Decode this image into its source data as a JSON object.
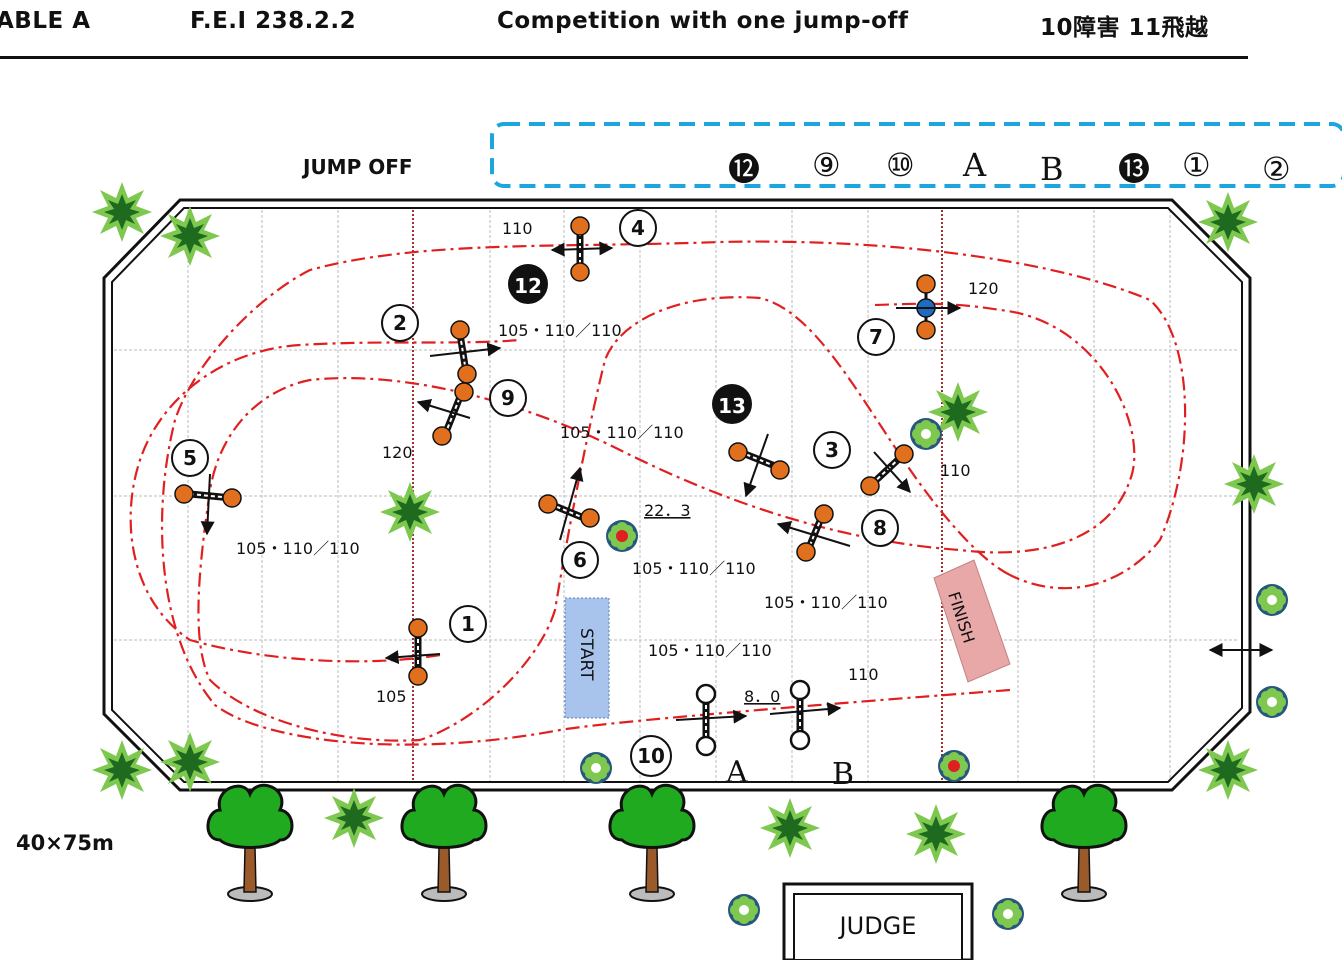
{
  "header": {
    "table": "ABLE A",
    "rule": "F.E.I 238.2.2",
    "competition": "Competition with one jump-off",
    "counts": "10障害 11飛越"
  },
  "jump_off": {
    "label": "JUMP OFF",
    "sequence": [
      "⓬",
      "⑨",
      "⑩",
      "A",
      "B",
      "⓭",
      "①",
      "②"
    ]
  },
  "obstacles": [
    {
      "no": "1",
      "height": "105"
    },
    {
      "no": "2",
      "height": "105・110／110"
    },
    {
      "no": "3",
      "height": "110"
    },
    {
      "no": "4",
      "height": "110"
    },
    {
      "no": "5",
      "height": "105・110／110"
    },
    {
      "no": "6",
      "height": "105・110／110"
    },
    {
      "no": "7",
      "height": "120"
    },
    {
      "no": "8",
      "height": "105・110／110"
    },
    {
      "no": "9",
      "height": "120"
    },
    {
      "no": "10",
      "label_a": "A",
      "label_b": "B",
      "height_a": "105・110／110",
      "height_b": "110"
    },
    {
      "no": "12",
      "jump_off": true
    },
    {
      "no": "13",
      "jump_off": true,
      "height": "105・110／110"
    }
  ],
  "extra_labels": {
    "h_105_110_110_mid": "105・110／110"
  },
  "distances": {
    "six_to_eight": "22．3",
    "combination_10": "8．0"
  },
  "markers": {
    "start": "START",
    "finish": "FINISH",
    "judge": "JUDGE"
  },
  "arena_size": "40×75m",
  "colors": {
    "route": "#e02020",
    "jumpoff_box": "#1ca6dd",
    "pole": "#e0701e",
    "grid": "#bbbbbb",
    "finish": "#e8a8a8",
    "start": "#a8c4ec"
  }
}
